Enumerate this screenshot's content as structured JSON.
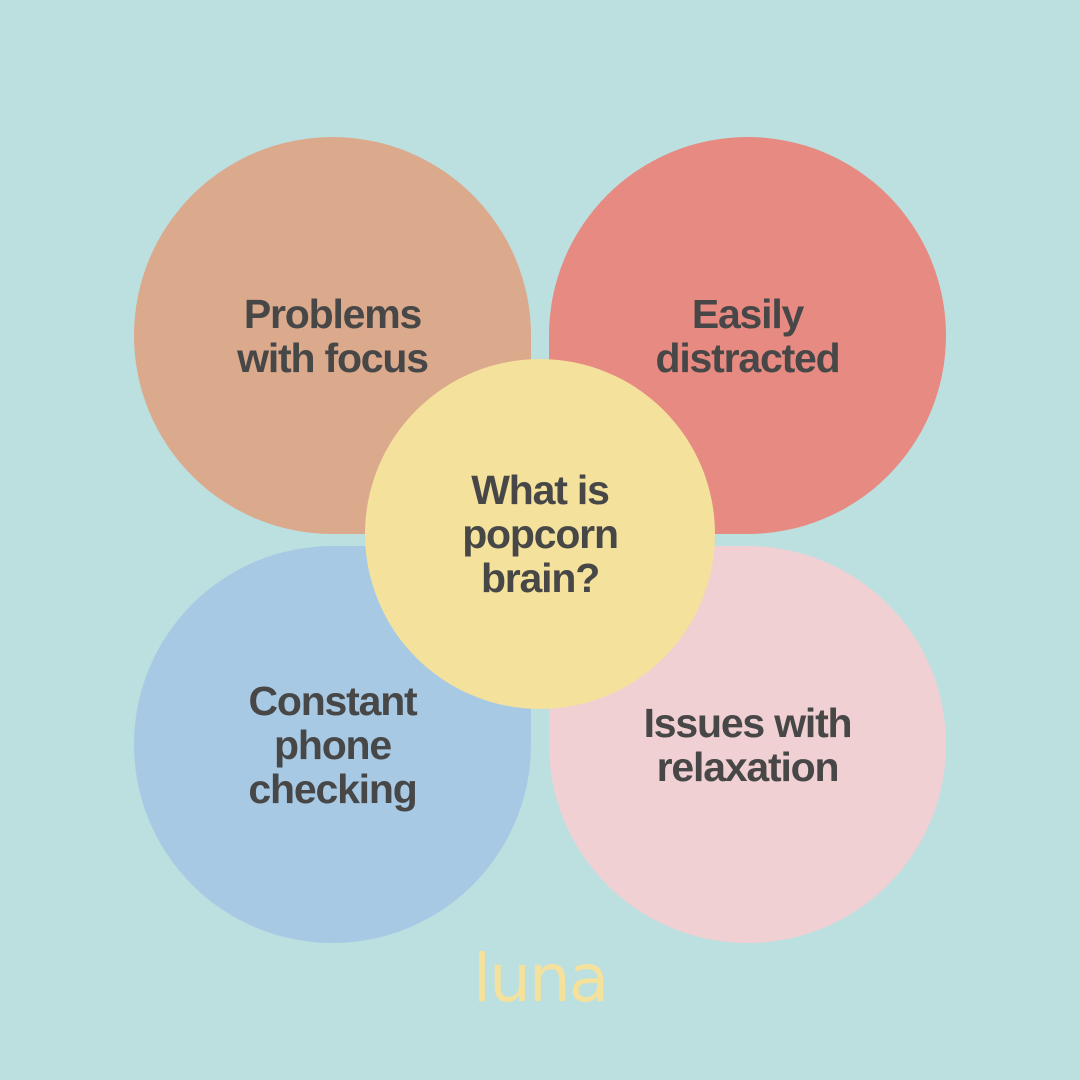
{
  "colors": {
    "background": "#bcdfe0",
    "text": "#474747",
    "logo": "#f4e19c"
  },
  "center": {
    "label": "What is\npopcorn\nbrain?",
    "color": "#f4e19c"
  },
  "petals": [
    {
      "position": "top-left",
      "label": "Problems\nwith focus",
      "color": "#dba98c"
    },
    {
      "position": "top-right",
      "label": "Easily\ndistracted",
      "color": "#e68a82"
    },
    {
      "position": "bottom-left",
      "label": "Constant\nphone\nchecking",
      "color": "#a7c9e4"
    },
    {
      "position": "bottom-right",
      "label": "Issues with\nrelaxation",
      "color": "#f1d0d3"
    }
  ],
  "logo": {
    "text": "luna"
  }
}
